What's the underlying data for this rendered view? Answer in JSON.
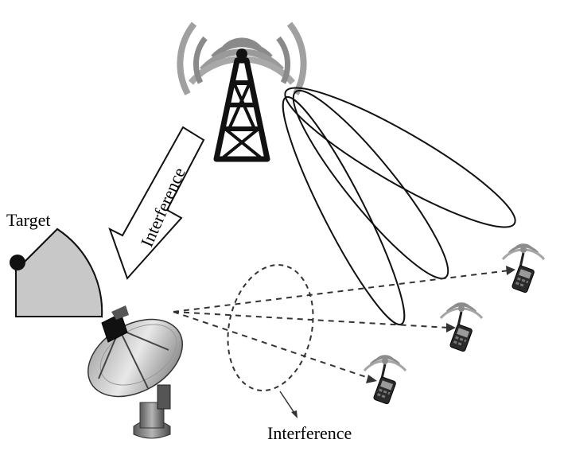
{
  "labels": {
    "target": "Target",
    "interference_arrow": "Interference",
    "interference_bottom": "Interference"
  },
  "colors": {
    "ink": "#111111",
    "sector_fill": "#c8c8c8",
    "arrow_fill": "#ffffff",
    "wave_gray": "#8c8c8c"
  },
  "icons": {
    "tower": "radio-tower-icon",
    "dish": "radar-dish-icon",
    "handset": "walkie-talkie-icon",
    "target": "target-dot-icon"
  }
}
